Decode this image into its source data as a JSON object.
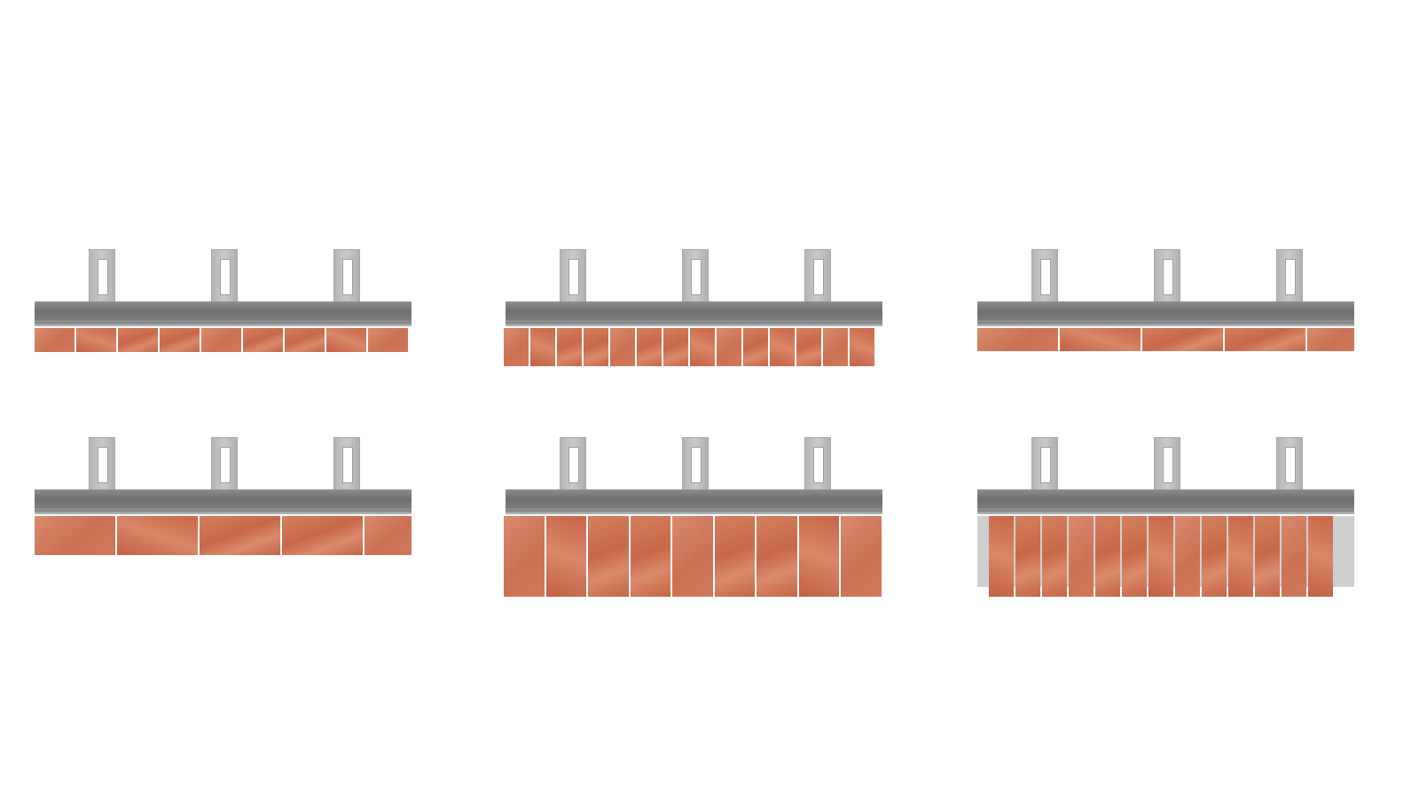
{
  "colors": {
    "background": "#ffffff",
    "brick": "#cf7455",
    "rail": "#7a7a7a",
    "bracket": "#c0c0c0",
    "backing": "#cfcfcf"
  },
  "panels": [
    {
      "id": "brick-soffit-1",
      "orientation": "horizontal-short"
    },
    {
      "id": "brick-soffit-2",
      "orientation": "vertical-short"
    },
    {
      "id": "brick-soffit-3",
      "orientation": "horizontal-long"
    },
    {
      "id": "brick-soffit-4",
      "orientation": "horizontal-long-deep"
    },
    {
      "id": "brick-soffit-5",
      "orientation": "vertical-half"
    },
    {
      "id": "brick-soffit-6",
      "orientation": "vertical-narrow-with-backing"
    }
  ]
}
